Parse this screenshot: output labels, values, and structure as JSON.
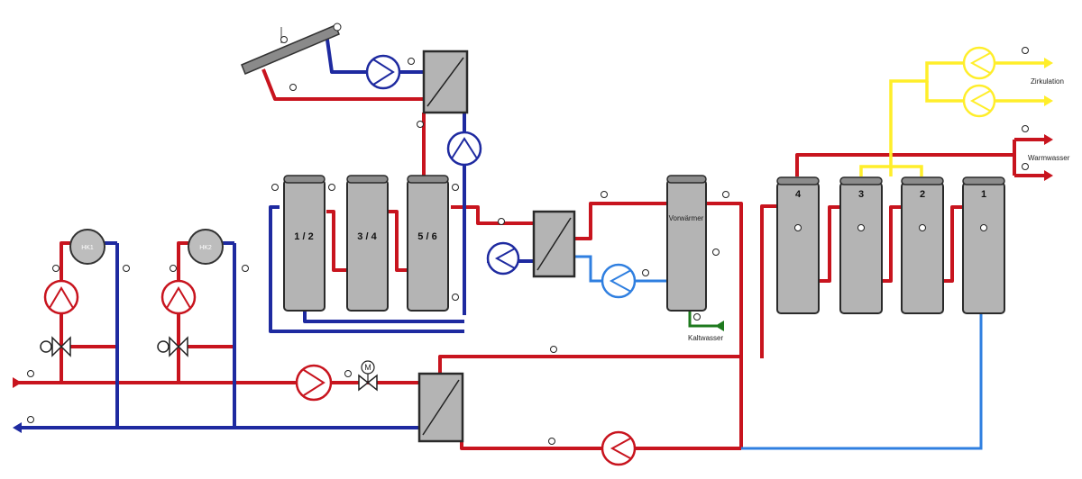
{
  "colors": {
    "hot": "#c8141e",
    "cold": "#1e2aa0",
    "cold_light": "#2f7fe0",
    "circulation": "#ffee2a",
    "fresh_water": "#1e7a1e",
    "tank_fill": "#b4b4b4"
  },
  "buffer_storage": [
    {
      "label": "1 / 2"
    },
    {
      "label": "3 / 4"
    },
    {
      "label": "5 / 6"
    }
  ],
  "preheater": {
    "label": "Vorwärmer"
  },
  "dhw_storage": [
    {
      "label": "4"
    },
    {
      "label": "3"
    },
    {
      "label": "2"
    },
    {
      "label": "1"
    }
  ],
  "heating_circuits": [
    {
      "label": "HK1"
    },
    {
      "label": "HK2"
    }
  ],
  "labels": {
    "circulation": "Zirkulation",
    "hot_water": "Warmwasser",
    "cold_water": "Kaltwasser",
    "motor": "M"
  },
  "icons": [
    "solar-collector-icon",
    "pump-icon",
    "heat-exchanger-icon",
    "three-way-valve-icon",
    "motor-valve-icon",
    "temperature-sensor-icon"
  ]
}
